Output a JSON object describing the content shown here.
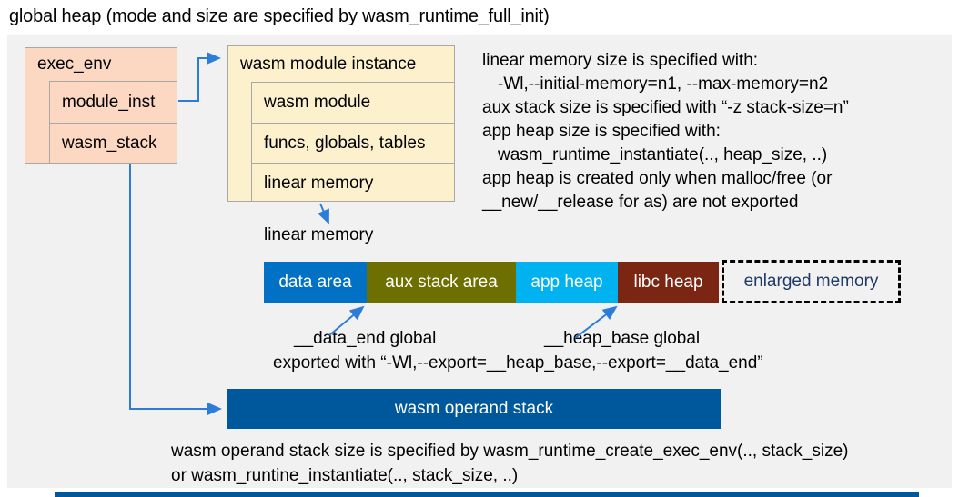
{
  "title": "global heap (mode and size are specified by wasm_runtime_full_init)",
  "exec_env": {
    "header": "exec_env",
    "rows": [
      "module_inst",
      "wasm_stack"
    ]
  },
  "module_instance": {
    "header": "wasm module instance",
    "rows": [
      "wasm module",
      "funcs, globals, tables",
      "linear memory"
    ]
  },
  "notes": {
    "lines": [
      "linear memory size is specified with:",
      "-Wl,--initial-memory=n1, --max-memory=n2",
      "aux stack size is specified with “-z stack-size=n”",
      "app heap size is specified with:",
      "wasm_runtime_instantiate(.., heap_size, ..)",
      "app heap is created only when malloc/free (or",
      "__new/__release for as) are not exported"
    ]
  },
  "linear_memory": {
    "label": "linear memory",
    "segments": [
      {
        "label": "data area",
        "color": "#0071c5"
      },
      {
        "label": "aux stack area",
        "color": "#6d7000"
      },
      {
        "label": "app heap",
        "color": "#00b2f0"
      },
      {
        "label": "libc heap",
        "color": "#7b2513"
      },
      {
        "label": "enlarged memory",
        "color": "none-dashed-outline",
        "text_color": "#1f3a66"
      }
    ],
    "data_end_label": "__data_end global",
    "heap_base_label": "__heap_base global",
    "export_note": "exported with “-Wl,--export=__heap_base,--export=__data_end”"
  },
  "operand_stack": {
    "label": "wasm operand stack",
    "color": "#00589c"
  },
  "footer": {
    "lines": [
      "wasm operand stack size is specified by wasm_runtime_create_exec_env(.., stack_size)",
      "or wasm_runtine_instantiate(.., stack_size, ..)"
    ]
  },
  "colors": {
    "canvas_bg": "#f1f1f1",
    "exec_env_box": "#fcd8c3",
    "module_instance_box": "#fdf1cd",
    "arrow": "#2d7dd8",
    "footer_bar": "#00589c"
  }
}
